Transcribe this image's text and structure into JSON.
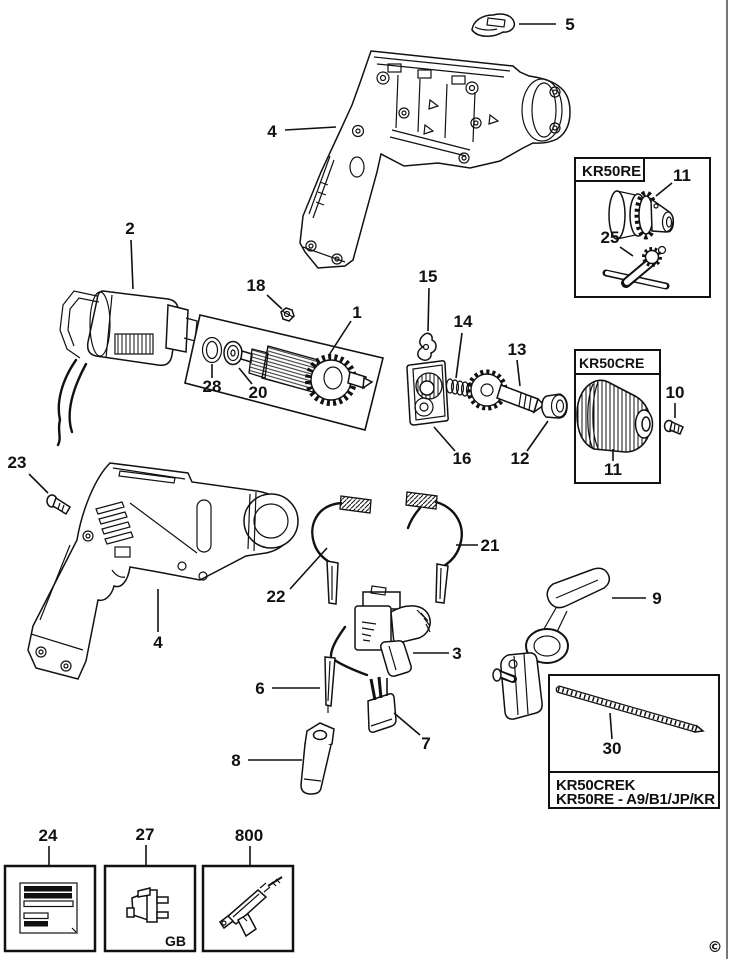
{
  "diagram_labels": {
    "part_5": "5",
    "part_4_upper": "4",
    "part_11_keyed": "11",
    "part_25": "25",
    "part_2": "2",
    "part_18": "18",
    "part_1": "1",
    "part_28": "28",
    "part_20": "20",
    "part_15": "15",
    "part_14": "14",
    "part_13": "13",
    "part_16": "16",
    "part_12": "12",
    "part_11_keyless": "11",
    "part_10": "10",
    "part_23": "23",
    "part_4_lower": "4",
    "part_22": "22",
    "part_21": "21",
    "part_3": "3",
    "part_6": "6",
    "part_7": "7",
    "part_8": "8",
    "part_9": "9",
    "part_30": "30",
    "part_24": "24",
    "part_27": "27",
    "part_800": "800"
  },
  "inset_boxes": {
    "kr50re_title": "KR50RE",
    "kr50cre_title": "KR50CRE",
    "kit_box_line1": "KR50CREK",
    "kit_box_line2": "KR50RE - A9/B1/JP/KR",
    "plug_standard": "GB"
  },
  "footer": {
    "copyright": "©"
  },
  "colors": {
    "line": "#111111",
    "background": "#ffffff",
    "page_border": "#777777"
  }
}
